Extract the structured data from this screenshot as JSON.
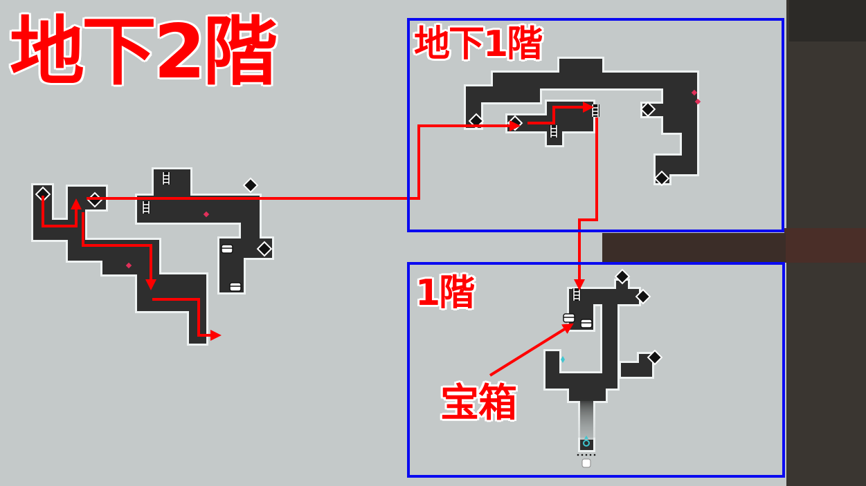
{
  "floors": {
    "b2": {
      "title": "地下2階"
    },
    "b1": {
      "title": "地下1階"
    },
    "f1": {
      "title": "1階"
    }
  },
  "annotations": {
    "treasure_label": "宝箱"
  },
  "colors": {
    "route": "#ff0000",
    "panel_border": "#0a0af0",
    "room": "#2e2f2e",
    "map_background": "#c4c9c9",
    "enemy_marker": "#e0305a",
    "save_point": "#3fc6d0"
  },
  "icons": [
    "stairs-up-icon",
    "stairs-down-icon",
    "ladder-icon",
    "treasure-chest-icon",
    "enemy-marker-icon",
    "turn-marker-icon",
    "player-position-icon",
    "save-point-icon",
    "exit-marker-icon"
  ]
}
